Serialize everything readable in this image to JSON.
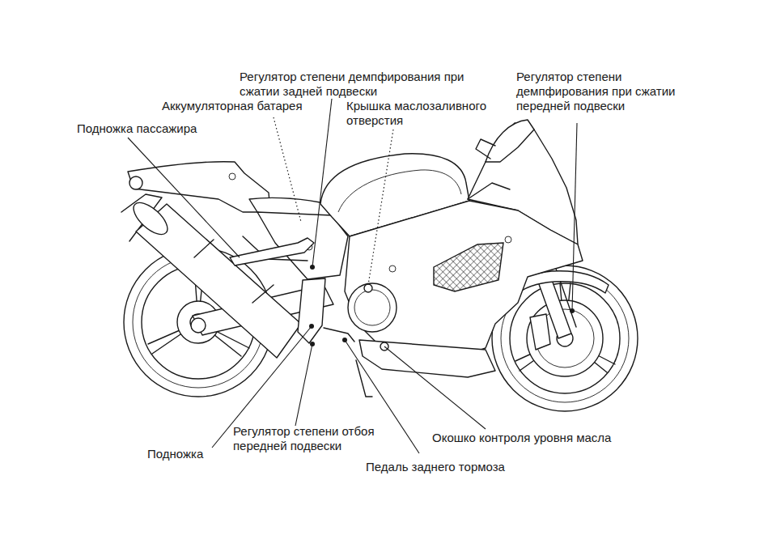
{
  "diagram": {
    "labels": [
      "Регулятор степени демпфирования при сжатии задней подвески",
      "Регулятор степени демпфирования при сжатии передней подвески",
      "Аккумуляторная батарея",
      "Крышка маслозаливного отверстия",
      "Подножка пассажира",
      "Регулятор степени отбоя передней подвески",
      "Окошко контроля уровня масла",
      "Подножка",
      "Педаль заднего тормоза"
    ]
  }
}
